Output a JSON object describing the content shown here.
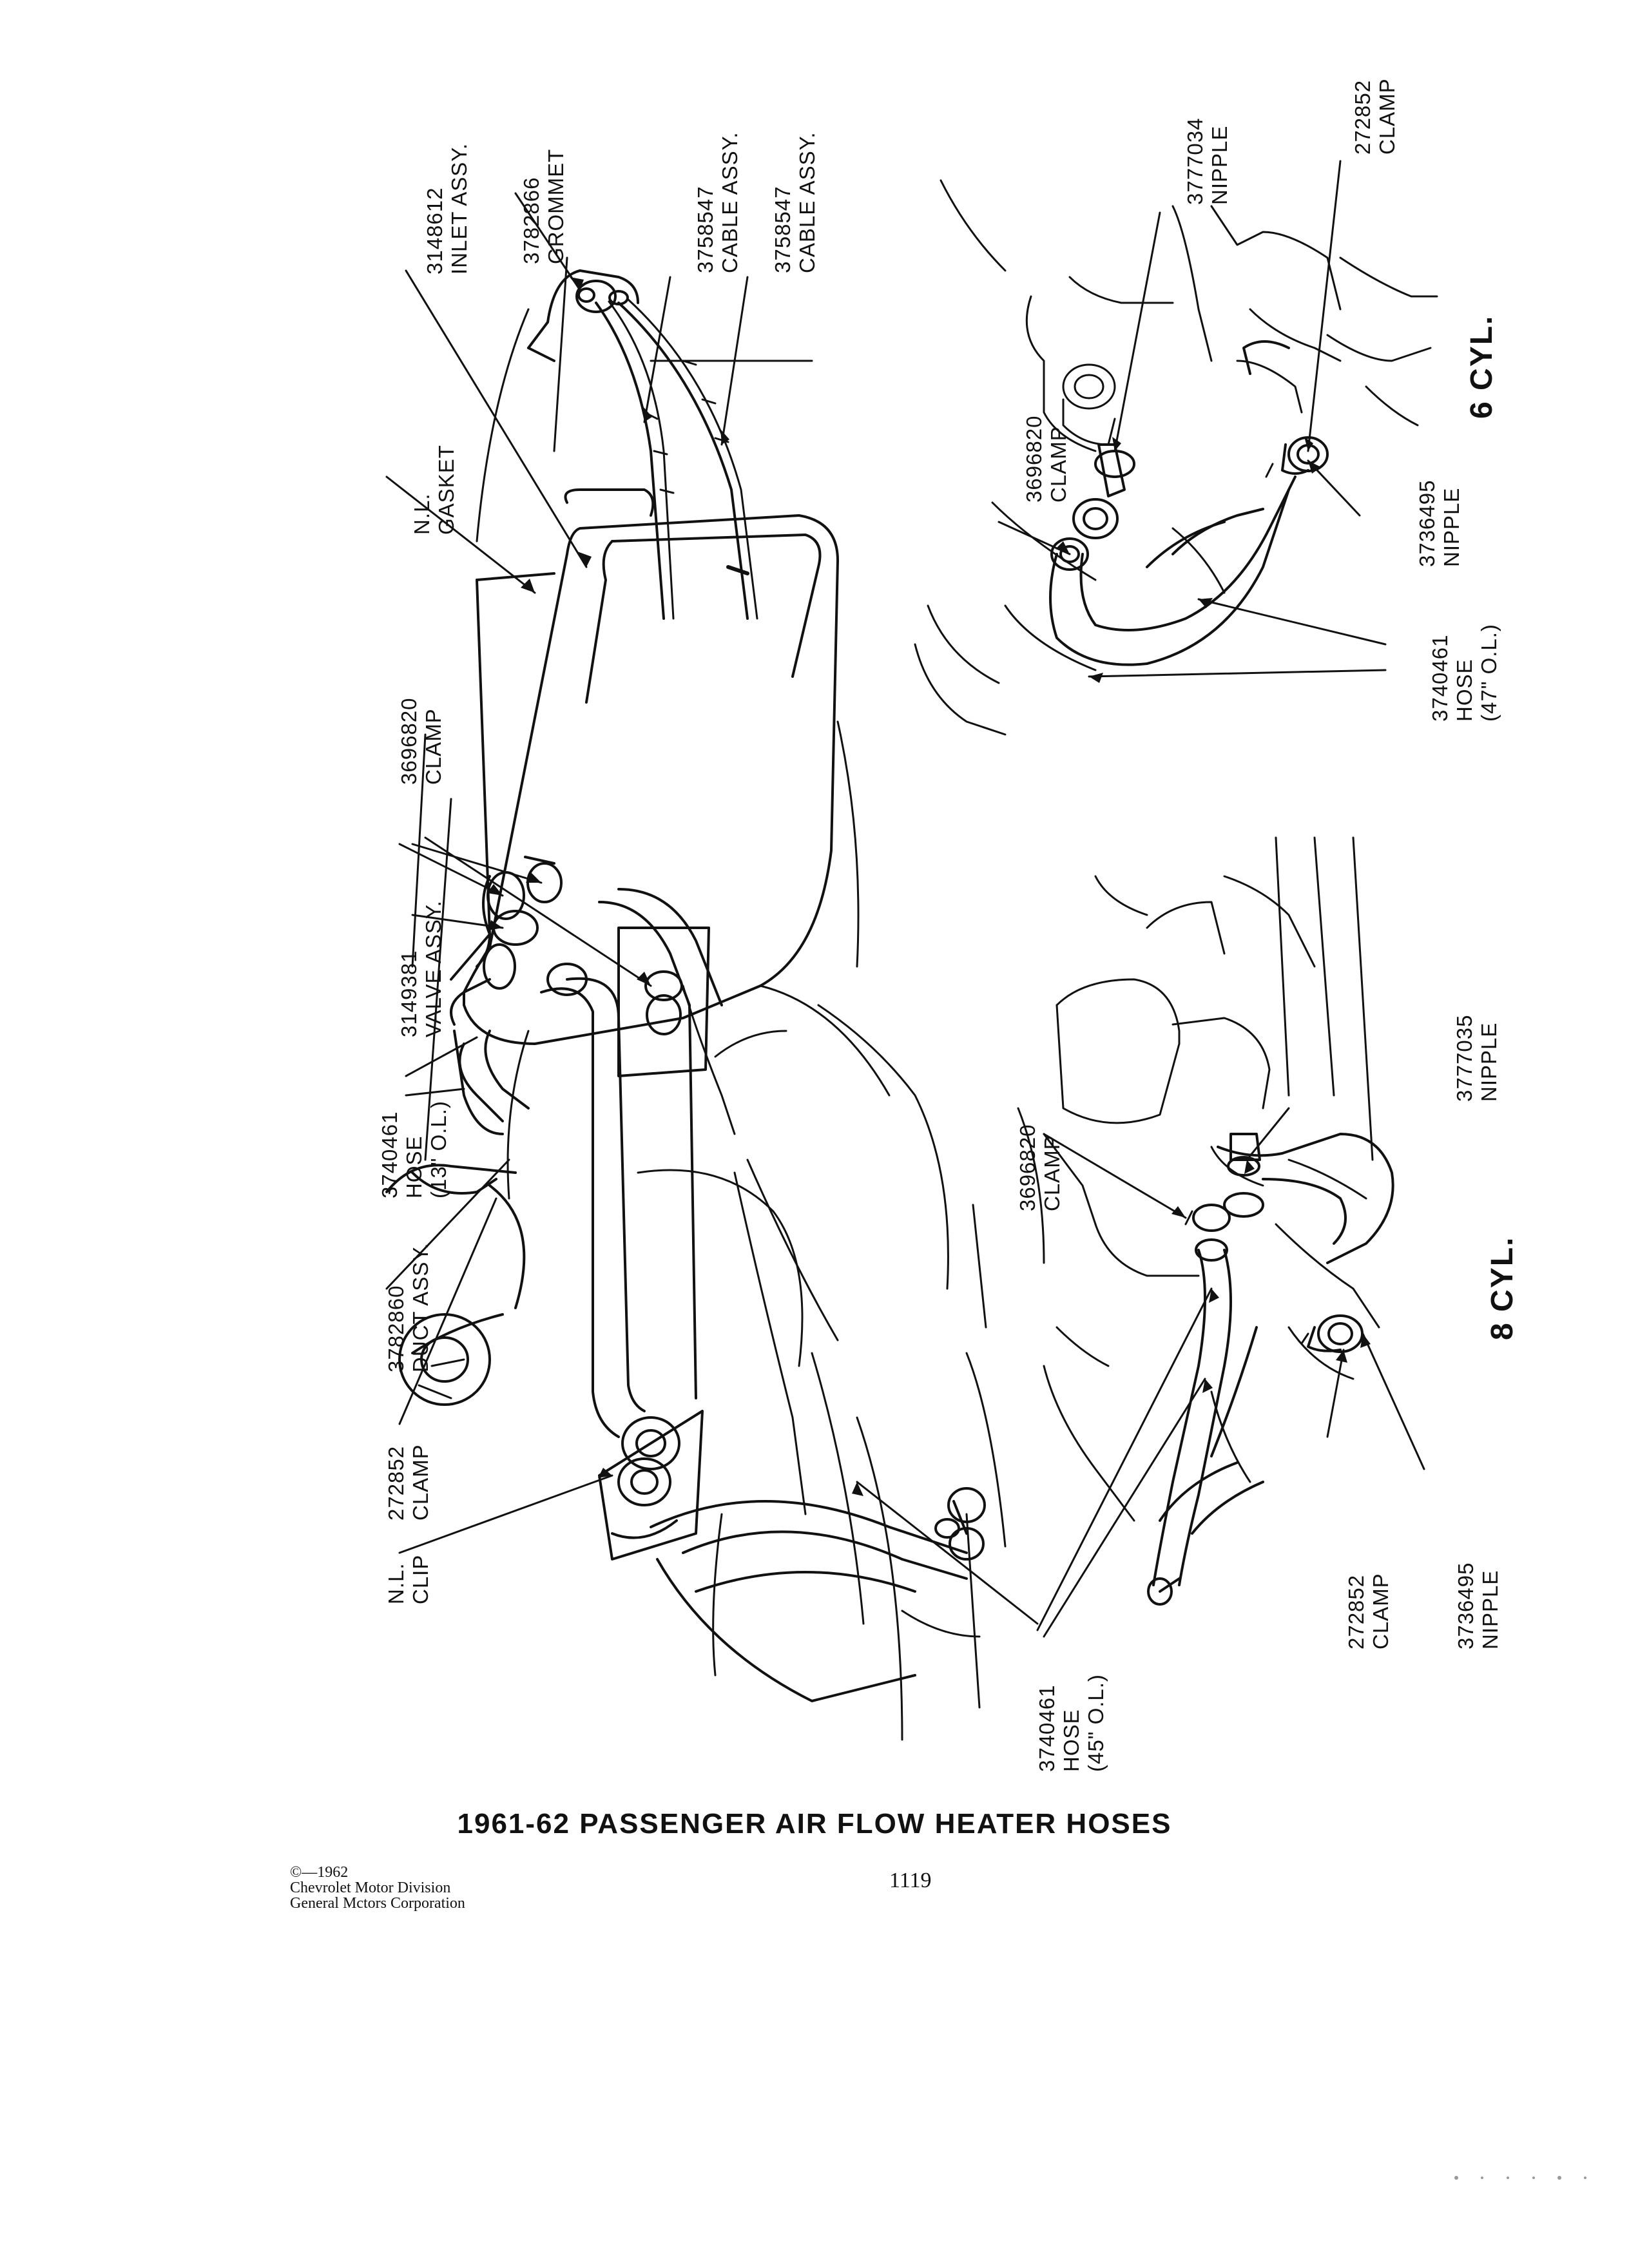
{
  "title": "1961-62 PASSENGER AIR FLOW HEATER HOSES",
  "page_number": "1119",
  "copyright": [
    "©—1962",
    "Chevrolet Motor Division",
    "General Mctors Corporation"
  ],
  "main_labels": {
    "inlet": [
      "3148612",
      "INLET ASSY."
    ],
    "grommet": [
      "3782866",
      "GROMMET"
    ],
    "cable1": [
      "3758547",
      "CABLE ASSY."
    ],
    "cable2": [
      "3758547",
      "CABLE ASSY."
    ],
    "gasket": [
      "N.L.",
      "GASKET"
    ],
    "clamp": [
      "3696820",
      "CLAMP"
    ],
    "valve": [
      "3149381",
      "VALVE ASSY."
    ],
    "hose13": [
      "3740461",
      "HOSE",
      "(13\" O.L.)"
    ],
    "duct": [
      "3782860",
      "DUCT ASSY."
    ],
    "clamp272": [
      "272852",
      "CLAMP"
    ],
    "clip": [
      "N.L.",
      "CLIP"
    ],
    "hose45": [
      "3740461",
      "HOSE",
      "(45\" O.L.)"
    ]
  },
  "six_cyl": {
    "heading": "6 CYL.",
    "clamp369": [
      "3696820",
      "CLAMP"
    ],
    "nipple377": [
      "3777034",
      "NIPPLE"
    ],
    "clamp272": [
      "272852",
      "CLAMP"
    ],
    "nipple373": [
      "3736495",
      "NIPPLE"
    ],
    "hose47": [
      "3740461",
      "HOSE",
      "(47\" O.L.)"
    ]
  },
  "eight_cyl": {
    "heading": "8 CYL.",
    "clamp369": [
      "3696820",
      "CLAMP"
    ],
    "nipple377": [
      "3777035",
      "NIPPLE"
    ],
    "clamp272": [
      "272852",
      "CLAMP"
    ],
    "nipple373": [
      "3736495",
      "NIPPLE"
    ]
  }
}
